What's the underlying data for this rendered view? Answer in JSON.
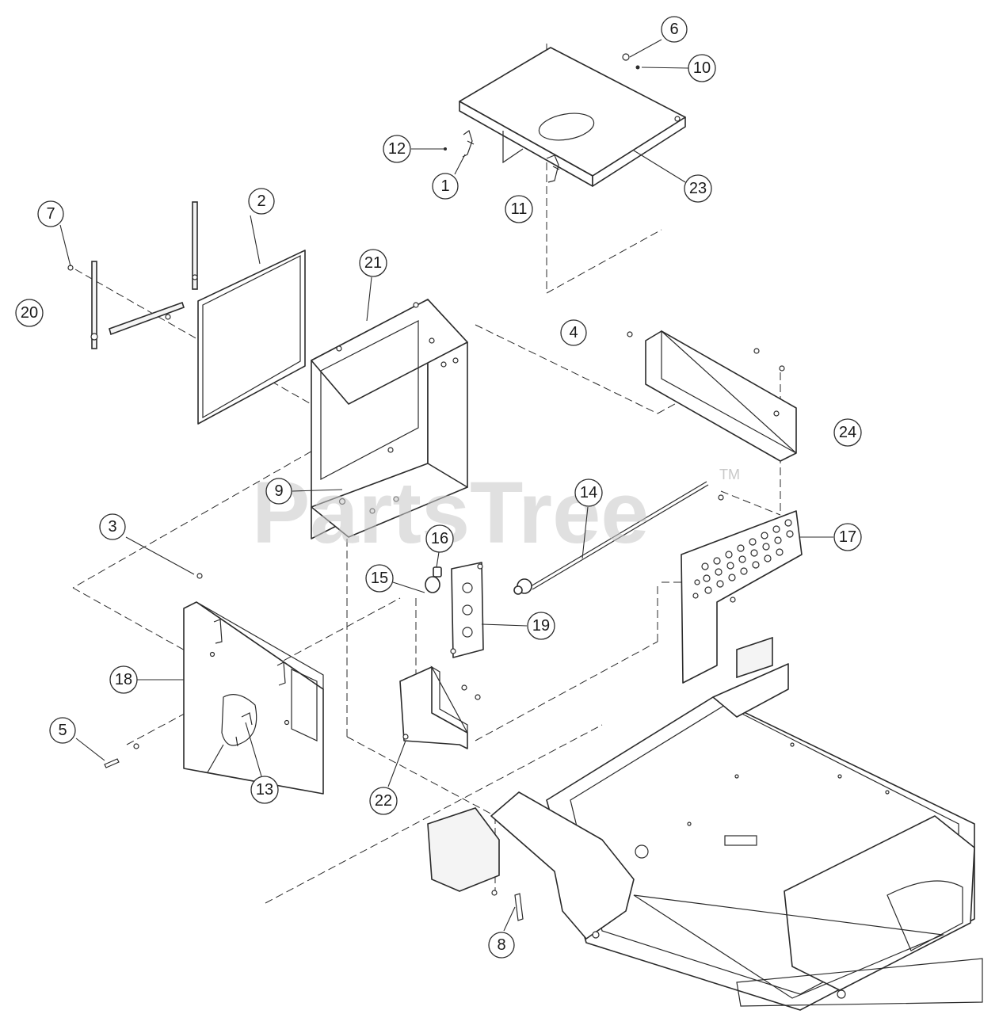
{
  "watermark": {
    "brand": "PartsTree",
    "trademark": "TM"
  },
  "callouts": [
    {
      "label": "1"
    },
    {
      "label": "2"
    },
    {
      "label": "3"
    },
    {
      "label": "4"
    },
    {
      "label": "5"
    },
    {
      "label": "6"
    },
    {
      "label": "7"
    },
    {
      "label": "8"
    },
    {
      "label": "9"
    },
    {
      "label": "10"
    },
    {
      "label": "11"
    },
    {
      "label": "12"
    },
    {
      "label": "13"
    },
    {
      "label": "14"
    },
    {
      "label": "15"
    },
    {
      "label": "16"
    },
    {
      "label": "17"
    },
    {
      "label": "18"
    },
    {
      "label": "19"
    },
    {
      "label": "20"
    },
    {
      "label": "21"
    },
    {
      "label": "22"
    },
    {
      "label": "23"
    },
    {
      "label": "24"
    }
  ]
}
